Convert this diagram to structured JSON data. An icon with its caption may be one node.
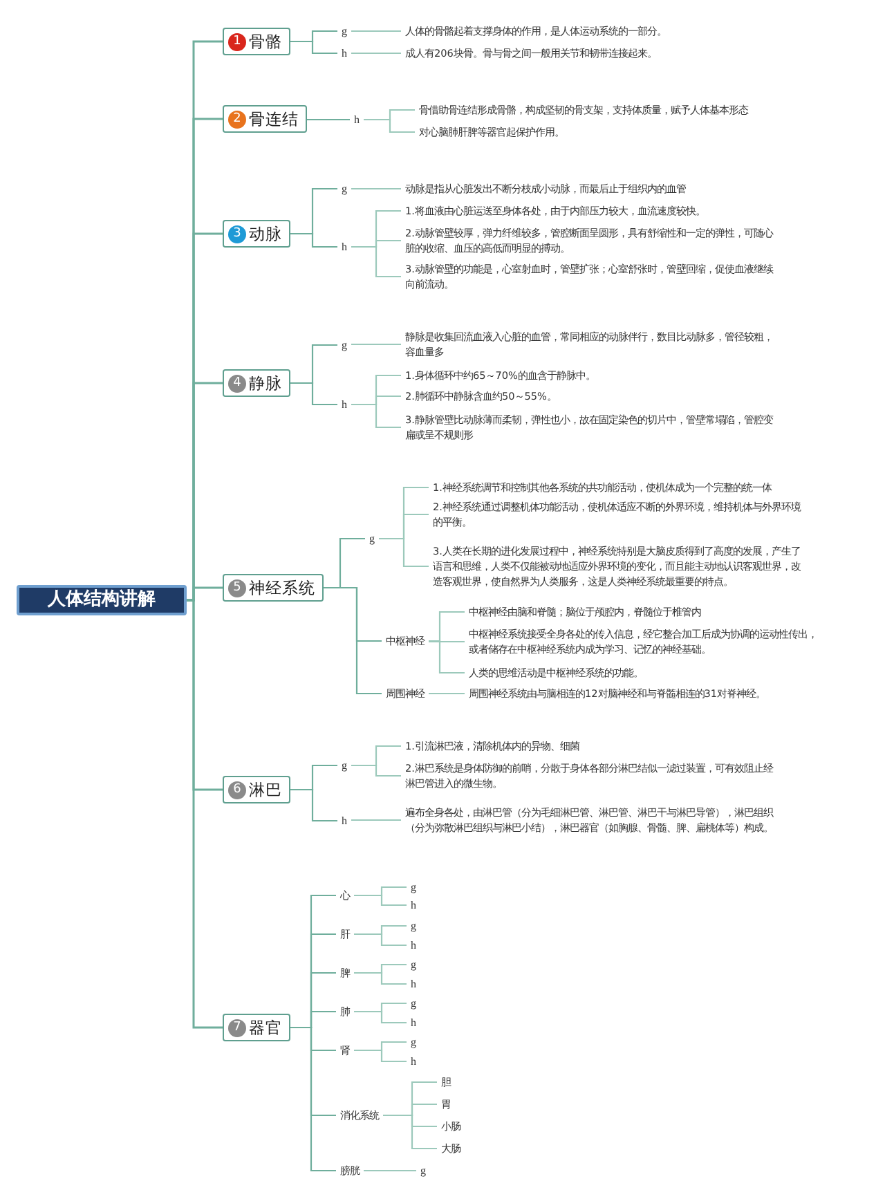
{
  "diagram": {
    "nodes": [
      {
        "text": [
          "人体结构讲解"
        ]
      },
      {
        "text": [
          "1",
          "骨骼"
        ]
      },
      {
        "text": [
          "g"
        ]
      },
      {
        "text": [
          "人体的骨骼起着支撑身体的作用，是人体运动系统的一部分。"
        ]
      },
      {
        "text": [
          "h"
        ]
      },
      {
        "text": [
          "成人有206块骨。骨与骨之间一般用关节和韧带连接起来。"
        ]
      },
      {
        "text": [
          "2",
          "骨连结"
        ]
      },
      {
        "text": [
          "h"
        ]
      },
      {
        "text": [
          "骨借助骨连结形成骨骼，构成坚韧的骨支架，支持体质量，赋予人体基本形态"
        ]
      },
      {
        "text": [
          "对心脑肺肝脾等器官起保护作用。"
        ]
      },
      {
        "text": [
          "3",
          "动脉"
        ]
      },
      {
        "text": [
          "g"
        ]
      },
      {
        "text": [
          "动脉是指从心脏发出不断分枝成小动脉，而最后止于组织内的血管"
        ]
      },
      {
        "text": [
          "h"
        ]
      },
      {
        "text": [
          "1.将血液由心脏运送至身体各处，由于内部压力较大，血流速度较快。"
        ]
      },
      {
        "text": [
          "2.动脉管壁较厚，弹力纤维较多，管腔断面呈圆形，具有舒缩性和一定的弹性，可随心脏的收缩、血压的高低而明显的搏动。"
        ]
      },
      {
        "text": [
          "3.动脉管壁的功能是，心室射血时，管壁扩张；心室舒张时，管壁回缩，促使血液继续向前流动。"
        ]
      },
      {
        "text": [
          "4",
          "静脉"
        ]
      },
      {
        "text": [
          "g"
        ]
      },
      {
        "text": [
          "静脉是收集回流血液入心脏的血管，常同相应的动脉伴行，数目比动脉多，管径较粗，容血量多"
        ]
      },
      {
        "text": [
          "h"
        ]
      },
      {
        "text": [
          "1.身体循环中约65～70%的血含于静脉中。"
        ]
      },
      {
        "text": [
          "2.肺循环中静脉含血约50～55%。"
        ]
      },
      {
        "text": [
          "3.静脉管壁比动脉薄而柔韧，弹性也小，故在固定染色的切片中，管壁常塌陷，管腔变扁或呈不规则形"
        ]
      },
      {
        "text": [
          "5",
          "神经系统"
        ]
      },
      {
        "text": [
          "g"
        ]
      },
      {
        "text": [
          "1.神经系统调节和控制其他各系统的共功能活动，使机体成为一个完整的统一体"
        ]
      },
      {
        "text": [
          "2.神经系统通过调整机体功能活动，使机体适应不断的外界环境，维持机体与外界环境的平衡。"
        ]
      },
      {
        "text": [
          "3.人类在长期的进化发展过程中，神经系统特别是大脑皮质得到了高度的发展，产生了语言和思维，人类不仅能被动地适应外界环境的变化，而且能主动地认识客观世界，改造客观世界，使自然界为人类服务，这是人类神经系统最重要的特点。"
        ]
      },
      {
        "text": [
          "中枢神经"
        ]
      },
      {
        "text": [
          "中枢神经由脑和脊髓；脑位于颅腔内，脊髓位于椎管内"
        ]
      },
      {
        "text": [
          "中枢神经系统接受全身各处的传入信息，经它整合加工后成为协调的运动性传出，或者储存在中枢神经系统内成为学习、记忆的神经基础。"
        ]
      },
      {
        "text": [
          "人类的思维活动是中枢神经系统的功能。"
        ]
      },
      {
        "text": [
          "周围神经"
        ]
      },
      {
        "text": [
          "周围神经系统由与脑相连的12对脑神经和与脊髓相连的31对脊神经。"
        ]
      },
      {
        "text": [
          "6",
          "淋巴"
        ]
      },
      {
        "text": [
          "g"
        ]
      },
      {
        "text": [
          "1.引流淋巴液，清除机体内的异物、细菌"
        ]
      },
      {
        "text": [
          "2.淋巴系统是身体防御的前哨，分散于身体各部分淋巴结似一滤过装置，可有效阻止经淋巴管进入的微生物。"
        ]
      },
      {
        "text": [
          "h"
        ]
      },
      {
        "text": [
          "遍布全身各处，由淋巴管（分为毛细淋巴管、淋巴管、淋巴干与淋巴导管），淋巴组织（分为弥散淋巴组织与淋巴小结），淋巴器官（如胸腺、骨髓、脾、扁桃体等）构成。"
        ]
      },
      {
        "text": [
          "7",
          "器官"
        ]
      },
      {
        "text": [
          "心"
        ]
      },
      {
        "text": [
          "g"
        ]
      },
      {
        "text": [
          "h"
        ]
      },
      {
        "text": [
          "肝"
        ]
      },
      {
        "text": [
          "g"
        ]
      },
      {
        "text": [
          "h"
        ]
      },
      {
        "text": [
          "脾"
        ]
      },
      {
        "text": [
          "g"
        ]
      },
      {
        "text": [
          "h"
        ]
      },
      {
        "text": [
          "肺"
        ]
      },
      {
        "text": [
          "g"
        ]
      },
      {
        "text": [
          "h"
        ]
      },
      {
        "text": [
          "肾"
        ]
      },
      {
        "text": [
          "g"
        ]
      },
      {
        "text": [
          "h"
        ]
      },
      {
        "text": [
          "消化系统"
        ]
      },
      {
        "text": [
          "胆"
        ]
      },
      {
        "text": [
          "胃"
        ]
      },
      {
        "text": [
          "小肠"
        ]
      },
      {
        "text": [
          "大肠"
        ]
      },
      {
        "text": [
          "膀胱"
        ]
      },
      {
        "text": [
          "g"
        ]
      }
    ],
    "edges": [
      {
        "from": 0,
        "to": 1,
        "arrow": "none"
      },
      {
        "from": 0,
        "to": 6,
        "arrow": "none"
      },
      {
        "from": 0,
        "to": 10,
        "arrow": "none"
      },
      {
        "from": 0,
        "to": 17,
        "arrow": "none"
      },
      {
        "from": 0,
        "to": 24,
        "arrow": "none"
      },
      {
        "from": 0,
        "to": 35,
        "arrow": "none"
      },
      {
        "from": 0,
        "to": 41,
        "arrow": "none"
      },
      {
        "from": 1,
        "to": 2,
        "arrow": "none"
      },
      {
        "from": 1,
        "to": 4,
        "arrow": "none"
      },
      {
        "from": 2,
        "to": 3,
        "arrow": "none"
      },
      {
        "from": 4,
        "to": 5,
        "arrow": "none"
      },
      {
        "from": 6,
        "to": 7,
        "arrow": "none"
      },
      {
        "from": 7,
        "to": 8,
        "arrow": "none"
      },
      {
        "from": 7,
        "to": 9,
        "arrow": "none"
      },
      {
        "from": 10,
        "to": 11,
        "arrow": "none"
      },
      {
        "from": 10,
        "to": 13,
        "arrow": "none"
      },
      {
        "from": 11,
        "to": 12,
        "arrow": "none"
      },
      {
        "from": 13,
        "to": 14,
        "arrow": "none"
      },
      {
        "from": 13,
        "to": 15,
        "arrow": "none"
      },
      {
        "from": 13,
        "to": 16,
        "arrow": "none"
      },
      {
        "from": 17,
        "to": 18,
        "arrow": "none"
      },
      {
        "from": 17,
        "to": 20,
        "arrow": "none"
      },
      {
        "from": 18,
        "to": 19,
        "arrow": "none"
      },
      {
        "from": 20,
        "to": 21,
        "arrow": "none"
      },
      {
        "from": 20,
        "to": 22,
        "arrow": "none"
      },
      {
        "from": 20,
        "to": 23,
        "arrow": "none"
      },
      {
        "from": 24,
        "to": 25,
        "arrow": "none"
      },
      {
        "from": 24,
        "to": 29,
        "arrow": "none"
      },
      {
        "from": 24,
        "to": 33,
        "arrow": "none"
      },
      {
        "from": 25,
        "to": 26,
        "arrow": "none"
      },
      {
        "from": 25,
        "to": 27,
        "arrow": "none"
      },
      {
        "from": 25,
        "to": 28,
        "arrow": "none"
      },
      {
        "from": 29,
        "to": 30,
        "arrow": "none"
      },
      {
        "from": 29,
        "to": 31,
        "arrow": "none"
      },
      {
        "from": 29,
        "to": 32,
        "arrow": "none"
      },
      {
        "from": 33,
        "to": 34,
        "arrow": "none"
      },
      {
        "from": 35,
        "to": 36,
        "arrow": "none"
      },
      {
        "from": 35,
        "to": 39,
        "arrow": "none"
      },
      {
        "from": 36,
        "to": 37,
        "arrow": "none"
      },
      {
        "from": 36,
        "to": 38,
        "arrow": "none"
      },
      {
        "from": 39,
        "to": 40,
        "arrow": "none"
      },
      {
        "from": 41,
        "to": 42,
        "arrow": "none"
      },
      {
        "from": 41,
        "to": 45,
        "arrow": "none"
      },
      {
        "from": 41,
        "to": 48,
        "arrow": "none"
      },
      {
        "from": 41,
        "to": 51,
        "arrow": "none"
      },
      {
        "from": 41,
        "to": 54,
        "arrow": "none"
      },
      {
        "from": 41,
        "to": 57,
        "arrow": "none"
      },
      {
        "from": 41,
        "to": 62,
        "arrow": "none"
      },
      {
        "from": 42,
        "to": 43,
        "arrow": "none"
      },
      {
        "from": 42,
        "to": 44,
        "arrow": "none"
      },
      {
        "from": 45,
        "to": 46,
        "arrow": "none"
      },
      {
        "from": 45,
        "to": 47,
        "arrow": "none"
      },
      {
        "from": 48,
        "to": 49,
        "arrow": "none"
      },
      {
        "from": 48,
        "to": 50,
        "arrow": "none"
      },
      {
        "from": 51,
        "to": 52,
        "arrow": "none"
      },
      {
        "from": 51,
        "to": 53,
        "arrow": "none"
      },
      {
        "from": 54,
        "to": 55,
        "arrow": "none"
      },
      {
        "from": 54,
        "to": 56,
        "arrow": "none"
      },
      {
        "from": 57,
        "to": 58,
        "arrow": "none"
      },
      {
        "from": 57,
        "to": 59,
        "arrow": "none"
      },
      {
        "from": 57,
        "to": 60,
        "arrow": "none"
      },
      {
        "from": 57,
        "to": 61,
        "arrow": "none"
      },
      {
        "from": 62,
        "to": 63,
        "arrow": "none"
      }
    ]
  }
}
